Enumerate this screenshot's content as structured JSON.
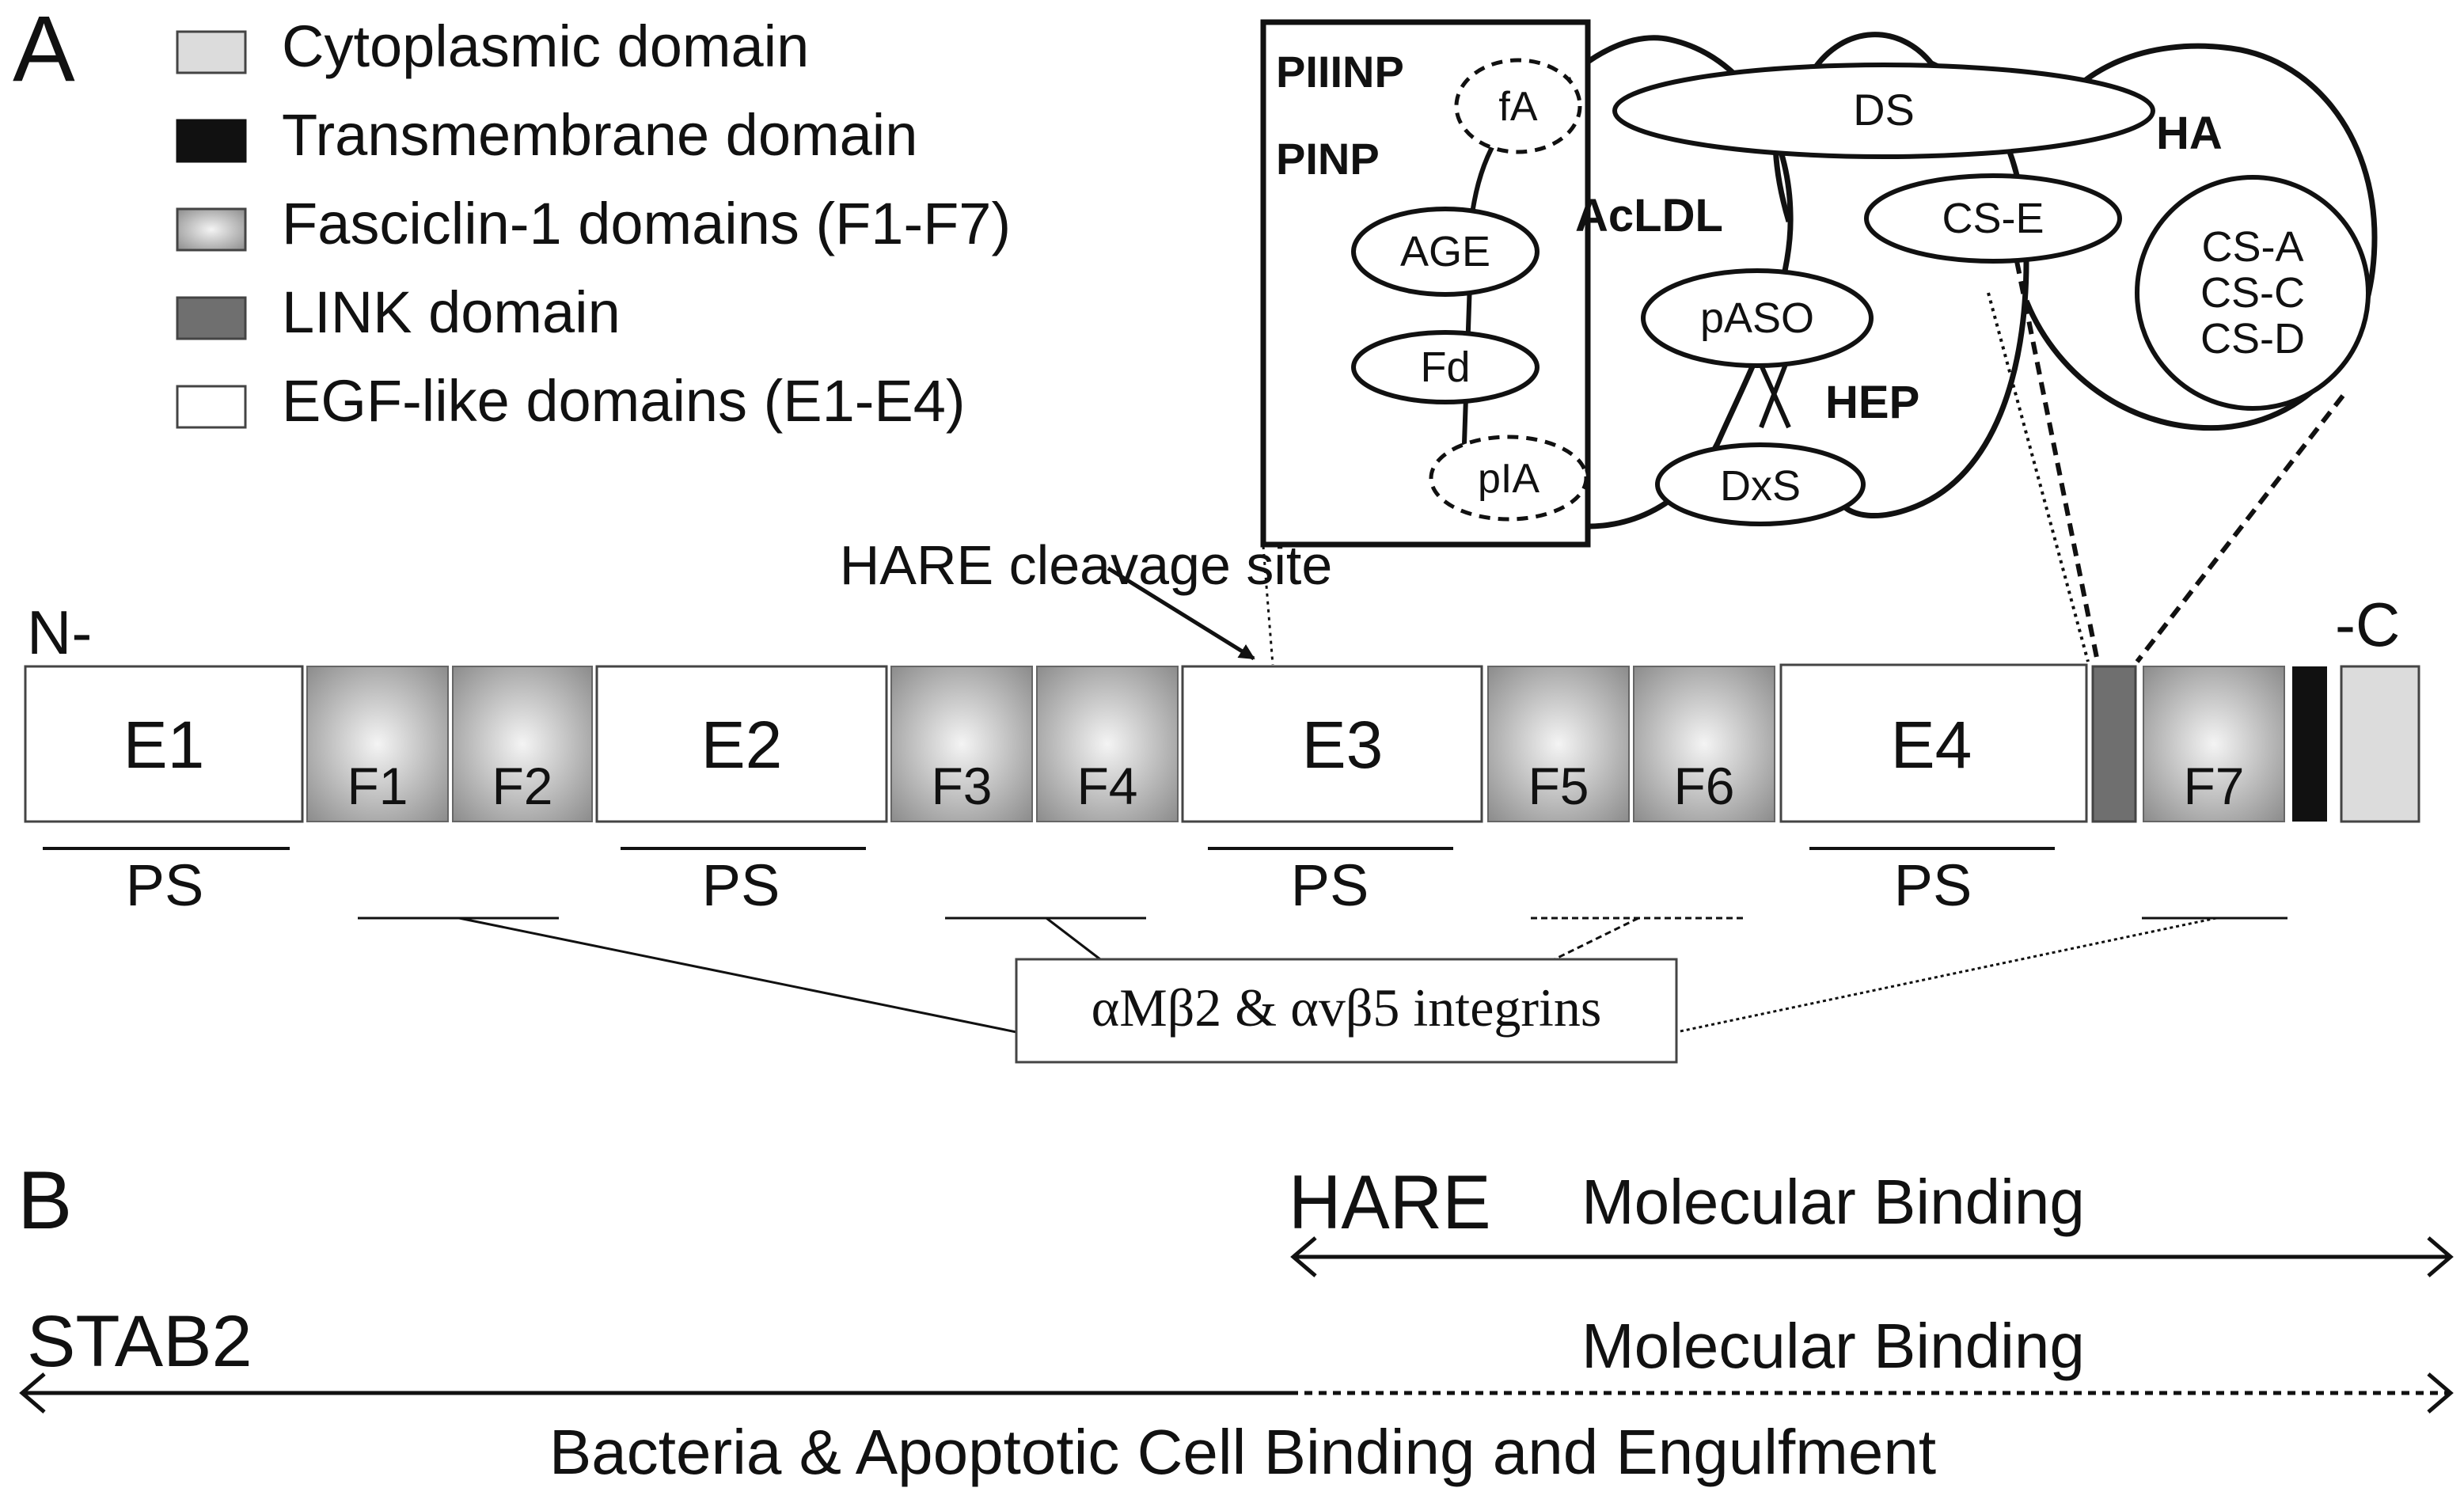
{
  "panel_labels": {
    "a": "A",
    "b": "B"
  },
  "legend": [
    {
      "label": "Cytoplasmic domain",
      "fill": "#dcdcdc"
    },
    {
      "label": "Transmembrane domain",
      "fill": "#111111"
    },
    {
      "label": "Fasciclin-1 domains (F1-F7)",
      "fill": "fasciclin-gradient"
    },
    {
      "label": "LINK domain",
      "fill": "#6f6f6f"
    },
    {
      "label": "EGF-like domains (E1-E4)",
      "fill": "#ffffff"
    }
  ],
  "inset": {
    "box_labels": [
      "PIIINP",
      "PINP"
    ],
    "region_labels": {
      "acldl": "AcLDL",
      "hep": "HEP",
      "ha": "HA"
    },
    "ellipses": [
      "fA",
      "AGE",
      "Fd",
      "pIA",
      "pASO",
      "DxS",
      "DS",
      "CS-E"
    ],
    "ha_ligands": [
      "CS-A",
      "CS-C",
      "CS-D"
    ]
  },
  "protein": {
    "n_term": "N-",
    "c_term": "-C",
    "cleavage_label": "HARE cleavage site",
    "domains": [
      "E1",
      "F1",
      "F2",
      "E2",
      "F3",
      "F4",
      "E3",
      "F5",
      "F6",
      "E4",
      "F7"
    ],
    "ps_label": "PS",
    "integrin_label": "αMβ2 & αvβ5 integrins"
  },
  "panel_b": {
    "hare_label": "HARE",
    "molecular_binding_1": "Molecular Binding",
    "stab2_label": "STAB2",
    "molecular_binding_2": "Molecular Binding",
    "bacteria_label": "Bacteria & Apoptotic Cell Binding and Engulfment"
  },
  "colors": {
    "link": "#6f6f6f",
    "transmembrane": "#111111",
    "cytoplasmic": "#dcdcdc",
    "fasciclin_center": "#f2f2f2",
    "fasciclin_edge": "#8e8e8e"
  }
}
